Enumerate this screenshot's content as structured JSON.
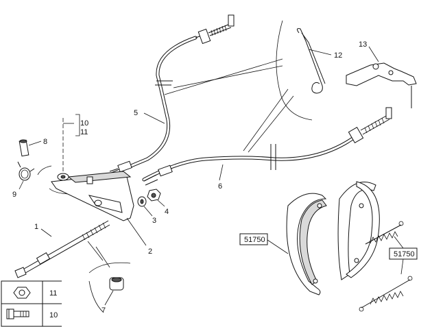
{
  "callouts": {
    "c1": "1",
    "c2": "2",
    "c3": "3",
    "c4": "4",
    "c5": "5",
    "c6": "6",
    "c7": "7",
    "c8": "8",
    "c9": "9",
    "c10": "10",
    "c11": "11",
    "c12": "12",
    "c13": "13"
  },
  "boxed_labels": {
    "ref_left": "51750",
    "ref_right": "51750"
  },
  "legend": {
    "rows": [
      {
        "icon": "nut-icon",
        "label": "11"
      },
      {
        "icon": "bolt-icon",
        "label": "10"
      }
    ]
  }
}
